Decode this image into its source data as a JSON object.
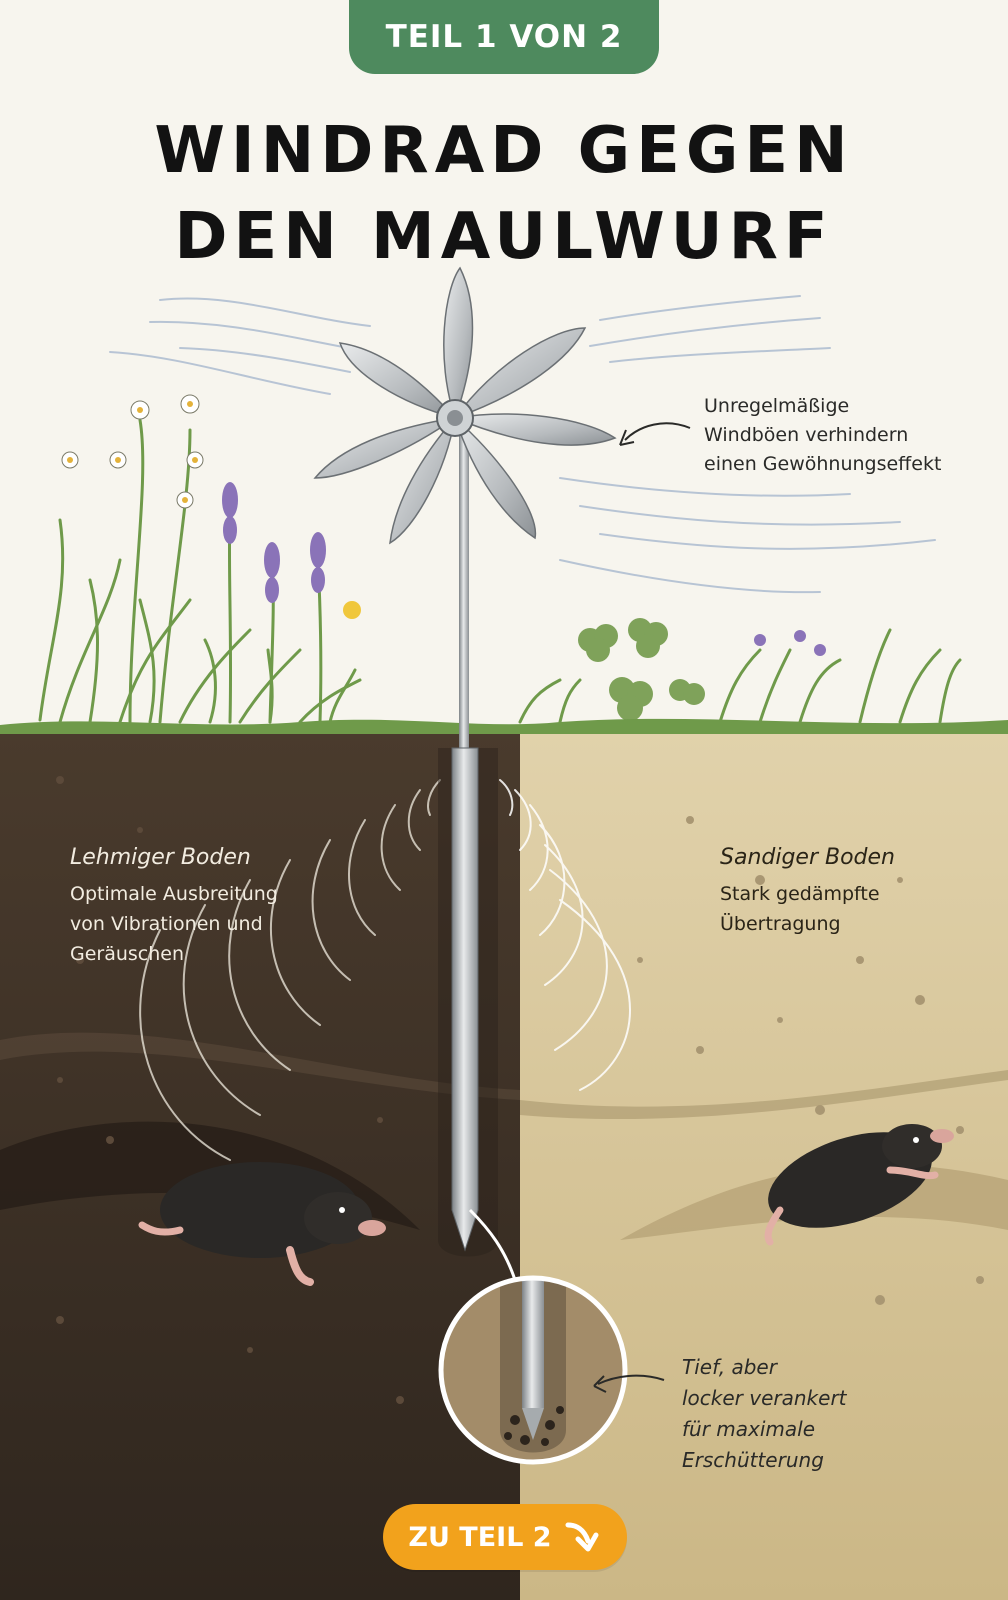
{
  "tag_label": "TEIL 1 VON 2",
  "title": {
    "line1": "WINDRAD GEGEN",
    "line2": "DEN MAULWURF"
  },
  "wind_note": {
    "line1": "Unregelmäßige",
    "line2": "Windböen verhindern",
    "line3": "einen Gewöhnungseffekt"
  },
  "loam": {
    "heading": "Lehmiger Boden",
    "line1": "Optimale Ausbreitung",
    "line2": "von Vibrationen und",
    "line3": "Geräuschen"
  },
  "sand": {
    "heading": "Sandiger Boden",
    "line1": "Stark gedämpfte",
    "line2": "Übertragung"
  },
  "anchor_note": {
    "line1": "Tief, aber",
    "line2": "locker verankert",
    "line3": "für maximale",
    "line4": "Erschütterung"
  },
  "cta_label": "ZU TEIL 2",
  "icons": {
    "cta": "arrow-down-right-icon",
    "pinwheel": "pinwheel-icon",
    "mole": "mole-icon"
  },
  "colors": {
    "tag_green": "#4e8a5e",
    "cta_orange": "#f2a21c",
    "loam_soil": "#3a2e24",
    "sand_soil": "#d8c69e",
    "grass": "#6f9a4a",
    "metal": "#b8bcbf"
  }
}
